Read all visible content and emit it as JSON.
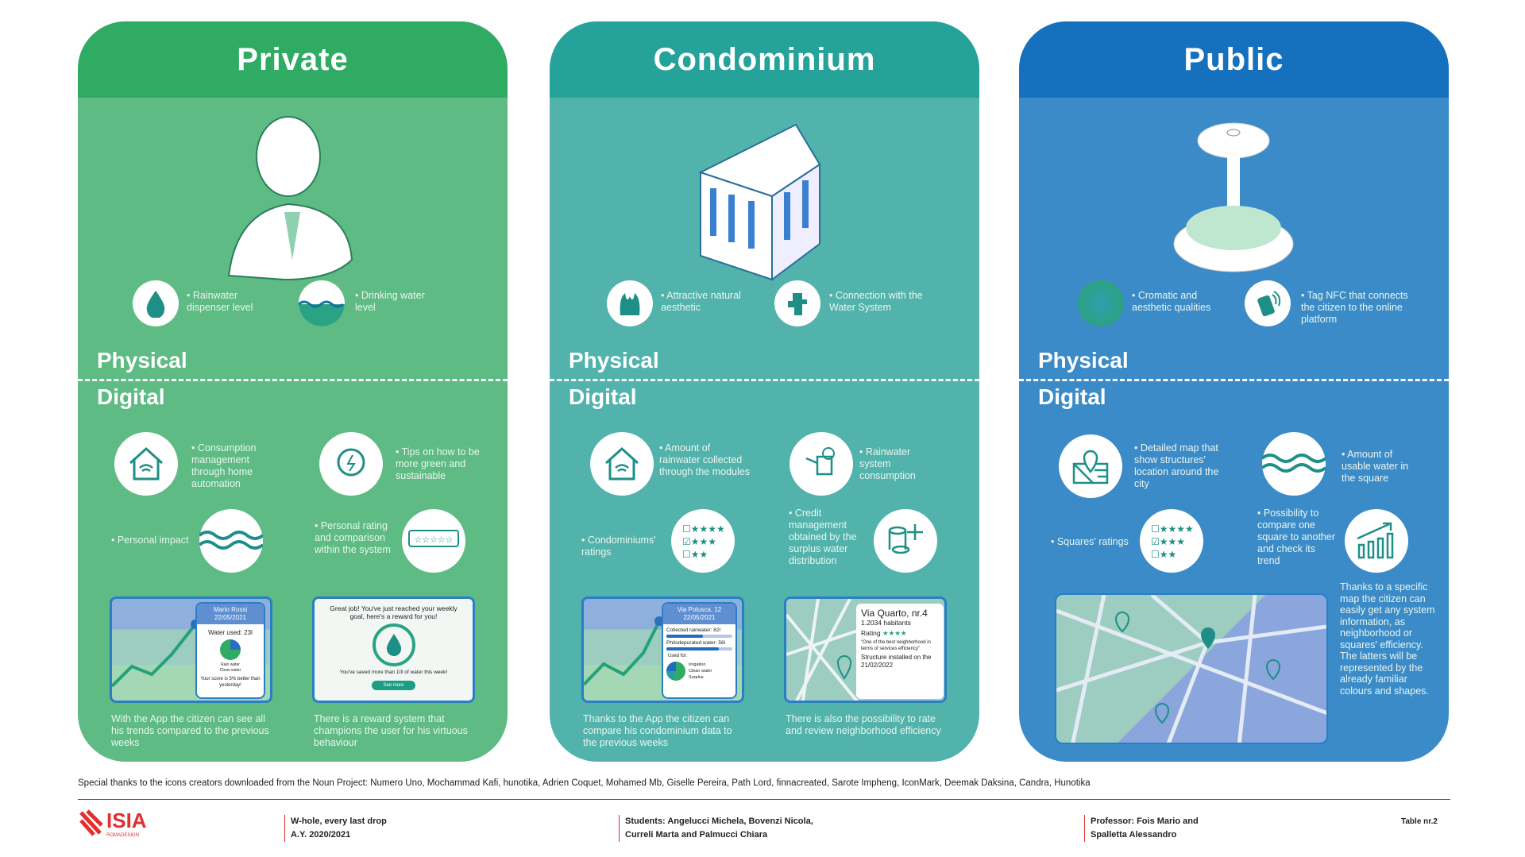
{
  "panels": [
    {
      "title": "Private",
      "physical_label": "Physical",
      "digital_label": "Digital",
      "physical": [
        "• Rainwater dispenser level",
        "• Drinking water level"
      ],
      "digital": [
        "• Consumption management through home automation",
        "• Tips on how to be more green and sustainable",
        "• Personal impact",
        "• Personal rating and comparison within the system"
      ],
      "screen1": {
        "name": "Mario Rossi",
        "date": "22/05/2021",
        "water": "Water used: 23l",
        "legend": [
          "Rain water",
          "Clean water"
        ],
        "score": "Your score is 5% better than yesterday!"
      },
      "screen2": {
        "msg": "Great job! You've just reached your weekly goal, here's a reward for you!",
        "saved": "You've saved more than 10l of water this week!",
        "button": "See more"
      },
      "captions": [
        "With the App the citizen can see all his trends compared to the previous weeks",
        "There is a reward system that champions the user for his virtuous behaviour"
      ]
    },
    {
      "title": "Condominium",
      "physical_label": "Physical",
      "digital_label": "Digital",
      "physical": [
        "• Attractive natural aesthetic",
        "• Connection with the Water System"
      ],
      "digital": [
        "• Amount of rainwater collected through the modules",
        "• Rainwater system consumption",
        "• Condominiums' ratings",
        "• Credit management obtained by the surplus water distribution"
      ],
      "screen1": {
        "name": "Via Polusca, 12",
        "date": "22/05/2021",
        "collected": "Collected rainwater: 82l",
        "phito": "Phitodepurated water: 56l",
        "used_for": "Used for:",
        "legend": [
          "Irrigation",
          "Clean water",
          "Surplus"
        ]
      },
      "screen2": {
        "address": "Via Quarto, nr.4",
        "habitants": "1.2034 habitants",
        "rating": "Rating",
        "stars": "★★★★",
        "quote": "\"One of the best neighborhood in terms of services efficiency\"",
        "installed": "Structure installed on the 21/02/2022"
      },
      "captions": [
        "Thanks to the App the citizen can compare his condominium data to the previous weeks",
        "There is also the possibility to rate and review neighborhood efficiency"
      ]
    },
    {
      "title": "Public",
      "physical_label": "Physical",
      "digital_label": "Digital",
      "physical": [
        "• Cromatic and aesthetic qualities",
        "• Tag NFC that connects the citizen to the online platform"
      ],
      "digital": [
        "• Detailed map that show structures' location around the city",
        "• Amount of usable water in the square",
        "• Squares' ratings",
        "• Possibility to compare one square to another and check its trend"
      ],
      "captions": [
        "Thanks to a specific map the citizen can easily get any system information, as neighborhood or squares' efficiency. The latters will be represented by the already familiar colours and shapes."
      ]
    }
  ],
  "credits": "Special thanks to the icons creators downloaded from the Noun Project: Numero Uno, Mochammad Kafi, hunotika, Adrien Coquet, Mohamed Mb, Giselle Pereira, Path Lord, finnacreated, Sarote Impheng, IconMark, Deemak Daksina, Candra, Hunotika",
  "footer": {
    "logo": "ISIA",
    "logo_sub": "ROMADESIGN",
    "project": "W-hole, every last drop",
    "year": "A.Y. 2020/2021",
    "students1": "Students: Angelucci Michela, Bovenzi Nicola,",
    "students2": "Curreli Marta and Palmucci Chiara",
    "prof1": "Professor: Fois Mario and",
    "prof2": "Spalletta Alessandro",
    "table": "Table nr.2"
  },
  "colors": {
    "private": "#5dbb83",
    "condominium": "#52b3ac",
    "public": "#3a8bc8"
  }
}
